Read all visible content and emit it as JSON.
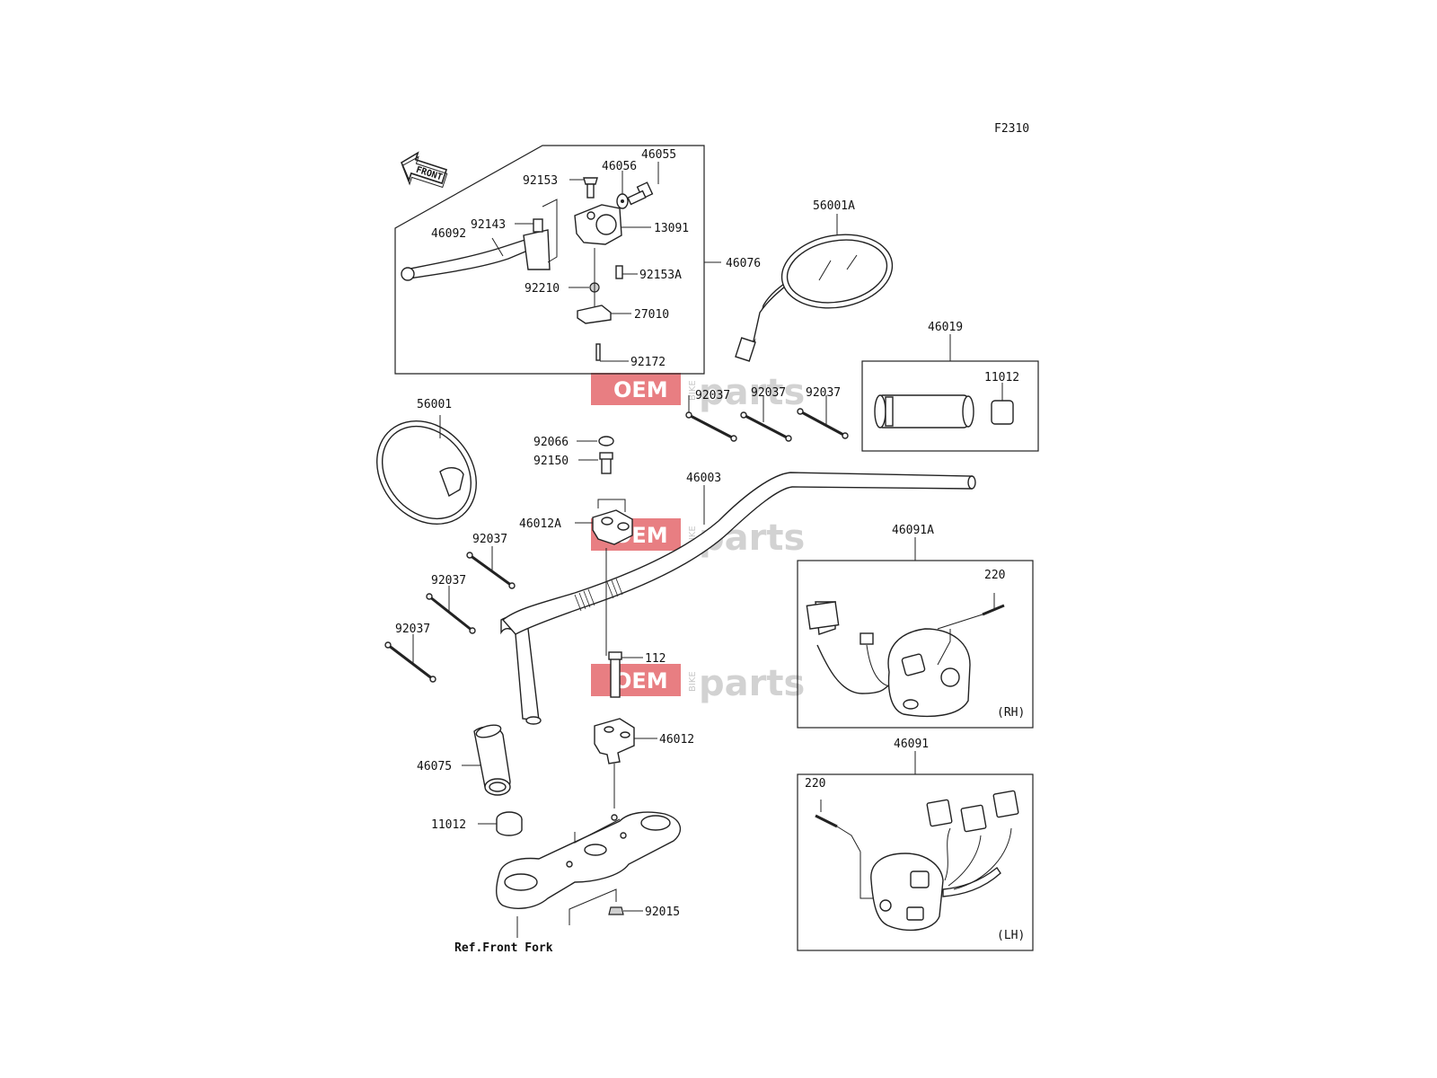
{
  "diagram": {
    "code": "F2310",
    "front_label": "FRONT",
    "reference": "Ref.Front Fork",
    "side_rh": "(RH)",
    "side_lh": "(LH)"
  },
  "watermark": {
    "oem": "OEM",
    "bike": "BIKE",
    "parts": "parts"
  },
  "part_labels": {
    "p46055": "46055",
    "p46056": "46056",
    "p92153": "92153",
    "p92143": "92143",
    "p46092": "46092",
    "p13091": "13091",
    "p46076": "46076",
    "p92153A": "92153A",
    "p92210": "92210",
    "p27010": "27010",
    "p92172": "92172",
    "p56001A": "56001A",
    "p46019": "46019",
    "p11012_top": "11012",
    "p92037_a": "92037",
    "p92037_b": "92037",
    "p92037_c": "92037",
    "p56001": "56001",
    "p92066": "92066",
    "p92150": "92150",
    "p46003": "46003",
    "p46012A": "46012A",
    "p92037_d": "92037",
    "p92037_e": "92037",
    "p92037_f": "92037",
    "p46091A": "46091A",
    "p220_rh": "220",
    "p112": "112",
    "p46012": "46012",
    "p46075": "46075",
    "p11012_bot": "11012",
    "p46091": "46091",
    "p220_lh": "220",
    "p92015": "92015"
  }
}
